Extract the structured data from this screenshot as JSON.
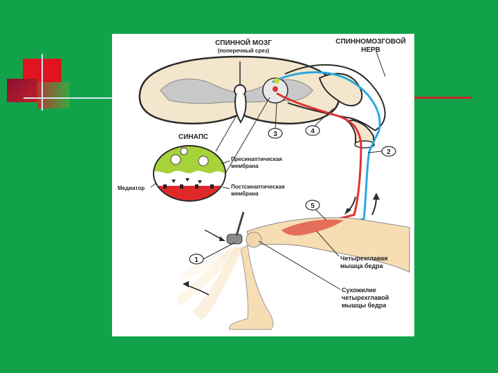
{
  "labels": {
    "spinal_cord_title": "СПИННОЙ МОЗГ",
    "spinal_cord_sub": "(поперечный срез)",
    "nerve_line1": "СПИННОМОЗГОВОЙ",
    "nerve_line2": "НЕРВ",
    "synapse": "СИНАПС",
    "pre_line1": "Пресинаптическая",
    "pre_line2": "мембрана",
    "post_line1": "Постсинаптическая",
    "post_line2": "мембрана",
    "mediator": "Медиатор",
    "muscle_line1": "Четырехглавая",
    "muscle_line2": "мышца бедра",
    "tendon_line1": "Сухожилие",
    "tendon_line2": "четырехглавой",
    "tendon_line3": "мышцы бедра"
  },
  "markers": [
    "1",
    "2",
    "3",
    "4",
    "5"
  ],
  "colors": {
    "background": "#12a34a",
    "sensory": "#29a8e0",
    "motor": "#e03030",
    "grey_matter": "#c8c8c8",
    "white_matter": "#f3e6cc",
    "synapse_top": "#a6d23a",
    "synapse_bottom": "#e02a2a"
  }
}
